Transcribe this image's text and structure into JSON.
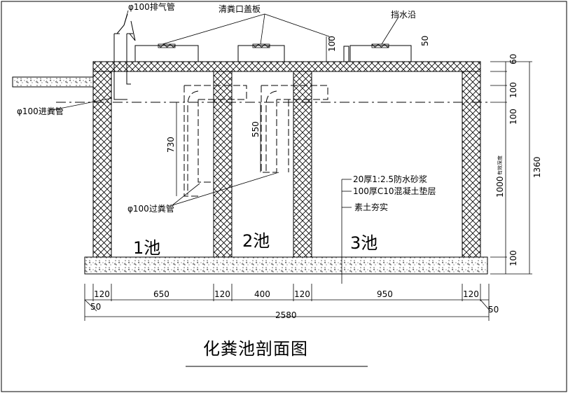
{
  "title": "化粪池剖面图",
  "labels": {
    "vent_pipe": "φ100排气管",
    "cleanout_cover": "清粪口盖板",
    "water_stop": "挡水沿",
    "inlet_pipe": "φ100进粪管",
    "transfer_pipe": "φ100过粪管",
    "layer_mortar": "20厚1:2.5防水砂浆",
    "layer_concrete": "100厚C10混凝土垫层",
    "layer_soil": "素土夯实"
  },
  "pools": [
    "1池",
    "2池",
    "3池"
  ],
  "dims": {
    "bottom": [
      "120",
      "650",
      "120",
      "400",
      "120",
      "950",
      "120"
    ],
    "left_offset": "50",
    "right_offset": "50",
    "total": "2580",
    "pipe_drop_1": "730",
    "pipe_drop_2": "550",
    "water_stop_height": "100",
    "water_stop_width": "50",
    "right_top": "60",
    "right_a": "100",
    "right_b": "100",
    "right_effective": "1000",
    "right_effective_note": "有效深度",
    "right_bottom": "100",
    "right_total": "1360"
  }
}
